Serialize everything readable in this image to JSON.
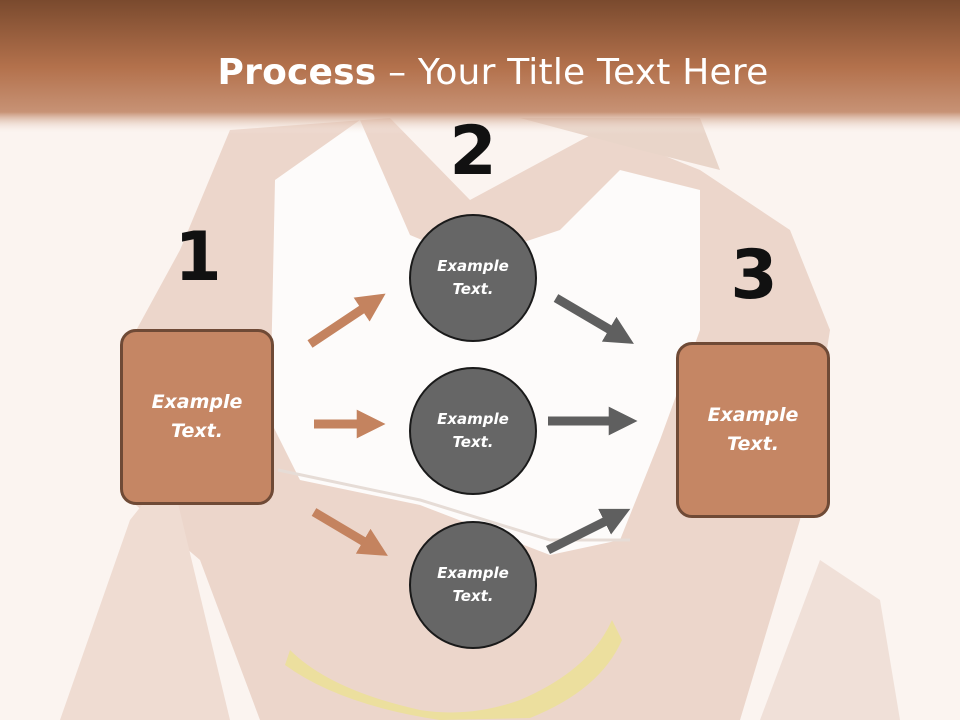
{
  "title": {
    "bold": "Process",
    "rest": " – Your Title Text Here"
  },
  "steps": [
    {
      "number": "1",
      "text": "Example Text."
    },
    {
      "number": "2",
      "items": [
        "Example Text.",
        "Example Text.",
        "Example Text."
      ]
    },
    {
      "number": "3",
      "text": "Example Text."
    }
  ],
  "colors": {
    "header": "#b06a45",
    "box_fill": "#c58664",
    "box_border": "#6f4a36",
    "circle_fill": "#666666",
    "arrow_left": "#c4835f",
    "arrow_right": "#5f5f5f"
  }
}
